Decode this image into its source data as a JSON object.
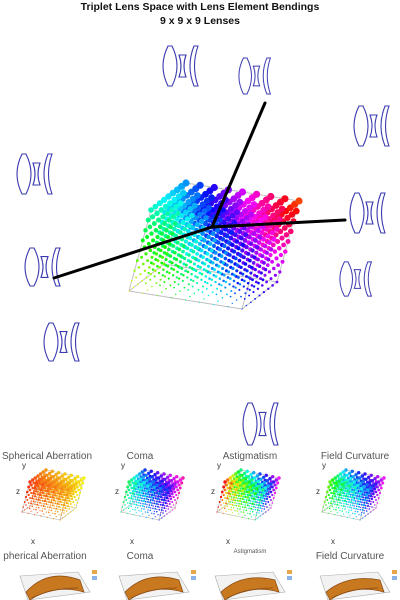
{
  "header": {
    "title": "Triplet Lens Space with Lens Element Bendings",
    "subtitle": "9 x 9 x 9 Lenses"
  },
  "colors": {
    "lens_stroke": "#3a3ab0",
    "axis": "#000000",
    "box_edge": "#bfbfbf",
    "surface_orange": "#c8781e",
    "surface_brown": "#8a4a12"
  },
  "icons": [
    "lens-triplet-icon"
  ],
  "cube": {
    "grid": [
      9,
      9,
      9
    ]
  },
  "panels_row1": [
    {
      "label": "Spherical Aberration",
      "axes": [
        "y",
        "z",
        "x"
      ]
    },
    {
      "label": "Coma",
      "axes": [
        "y",
        "z",
        "x"
      ]
    },
    {
      "label": "Astigmatism",
      "axes": [
        "y",
        "z",
        "x"
      ]
    },
    {
      "label": "Field Curvature",
      "axes": [
        "y",
        "z",
        "x"
      ]
    }
  ],
  "panels_row2": [
    {
      "label": "pherical Aberration"
    },
    {
      "label": "Coma"
    },
    {
      "label": "Astigmatism"
    },
    {
      "label": "Field Curvature"
    }
  ]
}
